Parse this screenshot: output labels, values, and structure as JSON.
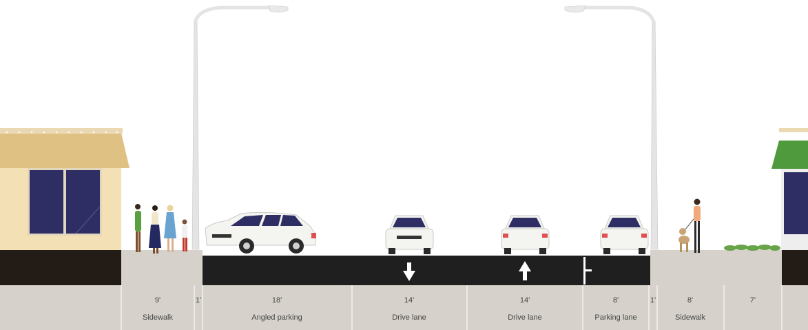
{
  "colors": {
    "sky": "#ffffff",
    "asphalt": "#1f1f1f",
    "curb_band": "#231c16",
    "sidewalk": "#d6d2cb",
    "label_band": "#d6d2cb",
    "divider": "#f4f2ee",
    "lamp": "#e4e4e4",
    "building_left_wall": "#f3e0b4",
    "building_left_awning": "#e0c184",
    "building_right_awning": "#4f9a3c",
    "window": "#2e2e64",
    "marking": "#ffffff",
    "car_body": "#f4f4f0",
    "grass": "#6aa44a"
  },
  "segments": [
    {
      "width": "9'",
      "name": "Sidewalk"
    },
    {
      "width": "1'",
      "name": ""
    },
    {
      "width": "18'",
      "name": "Angled parking"
    },
    {
      "width": "14'",
      "name": "Drive lane",
      "direction": "outbound"
    },
    {
      "width": "14'",
      "name": "Drive lane",
      "direction": "inbound"
    },
    {
      "width": "8'",
      "name": "Parking lane"
    },
    {
      "width": "1'",
      "name": ""
    },
    {
      "width": "8'",
      "name": "Sidewalk"
    },
    {
      "width": "7'",
      "name": ""
    }
  ],
  "icons": {
    "arrow_down": "arrow-down-icon",
    "arrow_up": "arrow-up-icon",
    "parking_mark": "parking-t-marking-icon"
  }
}
